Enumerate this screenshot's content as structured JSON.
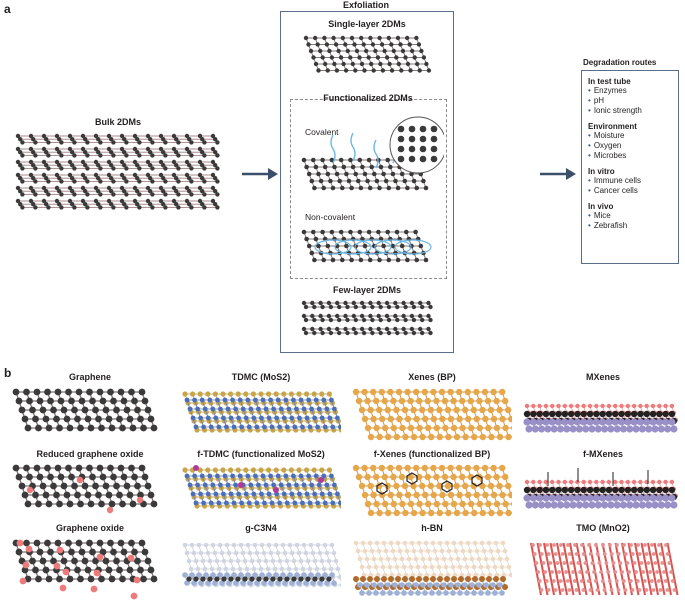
{
  "panel_a": {
    "letter": "a",
    "exfoliation_title": "Exfoliation",
    "bulk_label": "Bulk 2DMs",
    "single_layer_label": "Single-layer 2DMs",
    "functionalized_label": "Functionalized 2DMs",
    "covalent_label": "Covalent",
    "noncovalent_label": "Non-covalent",
    "few_layer_label": "Few-layer 2DMs"
  },
  "degradation": {
    "title": "Degradation routes",
    "groups": [
      {
        "head": "In test tube",
        "items": [
          "Enzymes",
          "pH",
          "Ionic strength"
        ]
      },
      {
        "head": "Environment",
        "items": [
          "Moisture",
          "Oxygen",
          "Microbes"
        ]
      },
      {
        "head": "In vitro",
        "items": [
          "Immune cells",
          "Cancer cells"
        ]
      },
      {
        "head": "In vivo",
        "items": [
          "Mice",
          "Zebrafish"
        ]
      }
    ]
  },
  "panel_b": {
    "letter": "b",
    "row1": [
      "Graphene",
      "TDMC (MoS2)",
      "Xenes (BP)",
      "MXenes"
    ],
    "row2": [
      "Reduced graphene oxide",
      "f-TDMC (functionalized MoS2)",
      "f-Xenes (functionalized BP)",
      "f-MXenes"
    ],
    "row3": [
      "Graphene oxide",
      "g-C3N4",
      "h-BN",
      "TMO (MnO2)"
    ]
  },
  "colors": {
    "carbon": "#3a3a3a",
    "oxygen": "#ee7b7b",
    "molybdenum": "#4a6fb5",
    "sulfur": "#c9a54a",
    "phosphorus": "#e6a64a",
    "nitrogen": "#9db0d8",
    "boron": "#b06a2a",
    "manganese": "#d9534f",
    "frame": "#5a6e8c",
    "arrow": "#3b4f6b",
    "polymer": "#6cb7e6"
  }
}
